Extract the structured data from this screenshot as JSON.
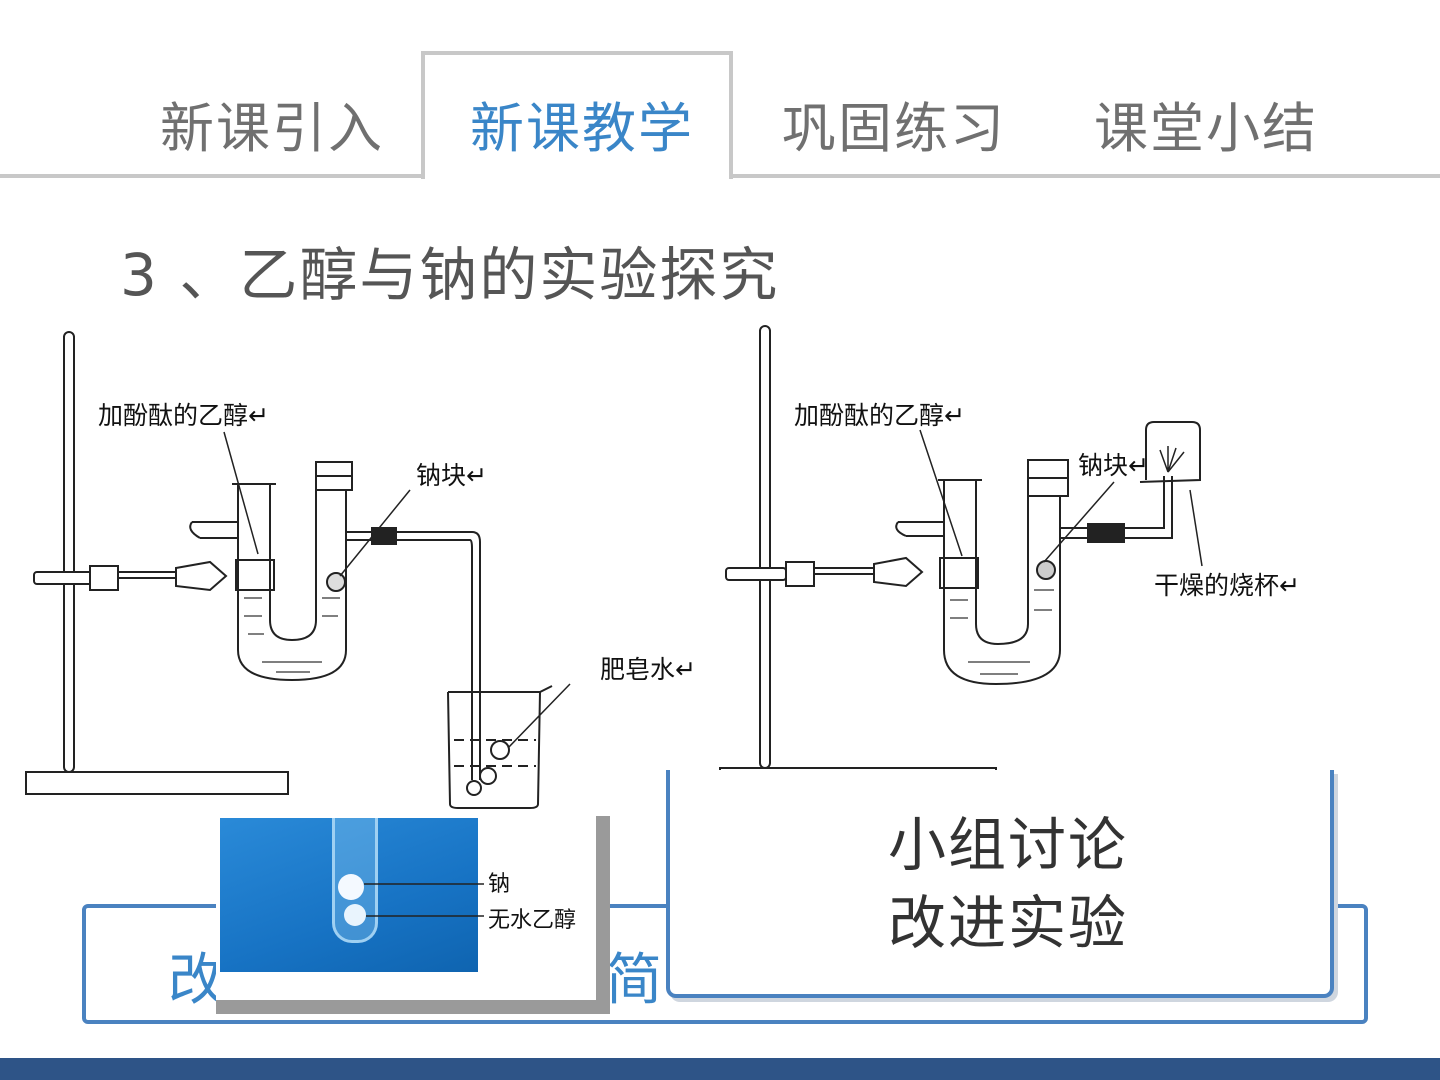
{
  "tabs": [
    {
      "label": "新课引入",
      "active": false
    },
    {
      "label": "新课教学",
      "active": true
    },
    {
      "label": "巩固练习",
      "active": false
    },
    {
      "label": "课堂小结",
      "active": false
    }
  ],
  "heading": "3 、乙醇与钠的实验探究",
  "apparatus_left": {
    "label_ethanol": "加酚酞的乙醇↵",
    "label_sodium": "钠块↵",
    "label_soap": "肥皂水↵"
  },
  "apparatus_right": {
    "label_ethanol": "加酚酞的乙醇↵",
    "label_sodium": "钠块↵",
    "label_beaker": "干燥的烧杯↵"
  },
  "photo": {
    "label_sodium": "钠",
    "label_ethanol": "无水乙醇"
  },
  "box": {
    "text_left": "改",
    "text_right": "简"
  },
  "card": {
    "line1": "小组讨论",
    "line2": "改进实验"
  },
  "colors": {
    "accent": "#3a86c8",
    "box_border": "#4a82c0",
    "bottom_bar": "#2e5487",
    "tab_border": "#c8c8c8"
  }
}
